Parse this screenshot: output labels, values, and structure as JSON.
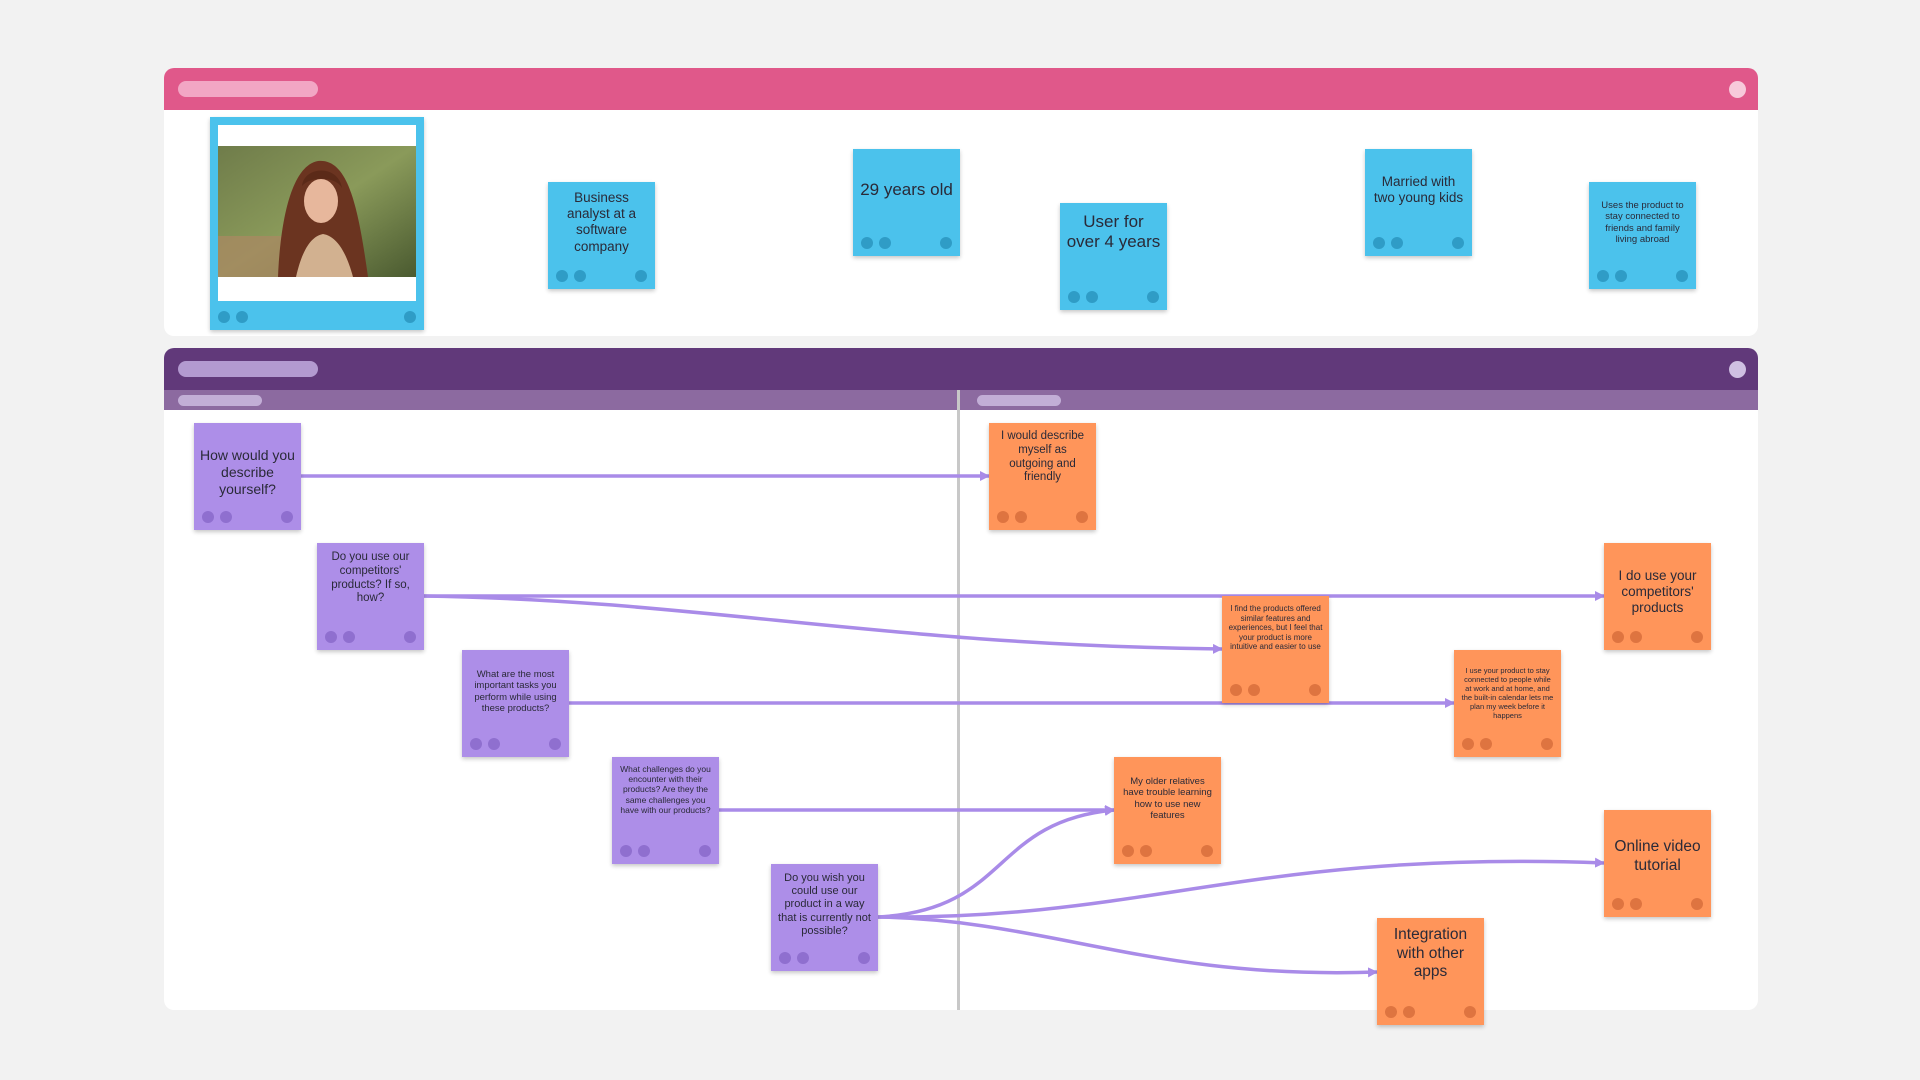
{
  "colors": {
    "persona_header": "#e0588a",
    "persona_header_pill": "#f2a6c4",
    "persona_header_dot": "#f7c9da",
    "interview_header": "#61397a",
    "interview_header_pill": "#b39ad0",
    "interview_header_dot": "#cfc0e2",
    "connector": "#a98be8",
    "sticky_blue": "#4bc2ec",
    "sticky_purple": "#ad8ee8",
    "sticky_orange": "#ff955a"
  },
  "persona": {
    "photo": {
      "icon": "persona-photo",
      "description_shown": ""
    },
    "notes": [
      {
        "id": "job",
        "text": "Business analyst at a software company"
      },
      {
        "id": "age",
        "text": "29 years old"
      },
      {
        "id": "user-since",
        "text": "User for over 4 years"
      },
      {
        "id": "family",
        "text": "Married with two young kids"
      },
      {
        "id": "usage",
        "text": "Uses the product to stay connected to friends and family living abroad"
      }
    ]
  },
  "interview": {
    "questions": [
      {
        "id": "q1",
        "text": "How would you describe yourself?"
      },
      {
        "id": "q2",
        "text": "Do you use our competitors' products? If so, how?"
      },
      {
        "id": "q3",
        "text": "What are the most important tasks you perform while using these products?"
      },
      {
        "id": "q4",
        "text": "What challenges do you encounter with their products? Are they the same challenges you have with our products?"
      },
      {
        "id": "q5",
        "text": "Do you wish you could use our product in a way that is currently not possible?"
      }
    ],
    "answers": [
      {
        "id": "a1",
        "text": "I would describe myself as outgoing and friendly"
      },
      {
        "id": "a2",
        "text": "I do use your competitors' products"
      },
      {
        "id": "a3",
        "text": "I find the products offered similar features and experiences, but I feel that your product is more intuitive and easier to use"
      },
      {
        "id": "a4",
        "text": "I use your product to stay connected to people while at work and at home, and the built-in calendar lets me plan my week before it happens"
      },
      {
        "id": "a5",
        "text": "My older relatives have trouble learning how to use new features"
      },
      {
        "id": "a6",
        "text": "Online video tutorial"
      },
      {
        "id": "a7",
        "text": "Integration with other apps"
      }
    ],
    "connections": [
      {
        "from": "q1",
        "to": "a1"
      },
      {
        "from": "q2",
        "to": "a2"
      },
      {
        "from": "q2",
        "to": "a3"
      },
      {
        "from": "q3",
        "to": "a4"
      },
      {
        "from": "q4",
        "to": "a5"
      },
      {
        "from": "q5",
        "to": "a5"
      },
      {
        "from": "q5",
        "to": "a6"
      },
      {
        "from": "q5",
        "to": "a7"
      }
    ]
  }
}
